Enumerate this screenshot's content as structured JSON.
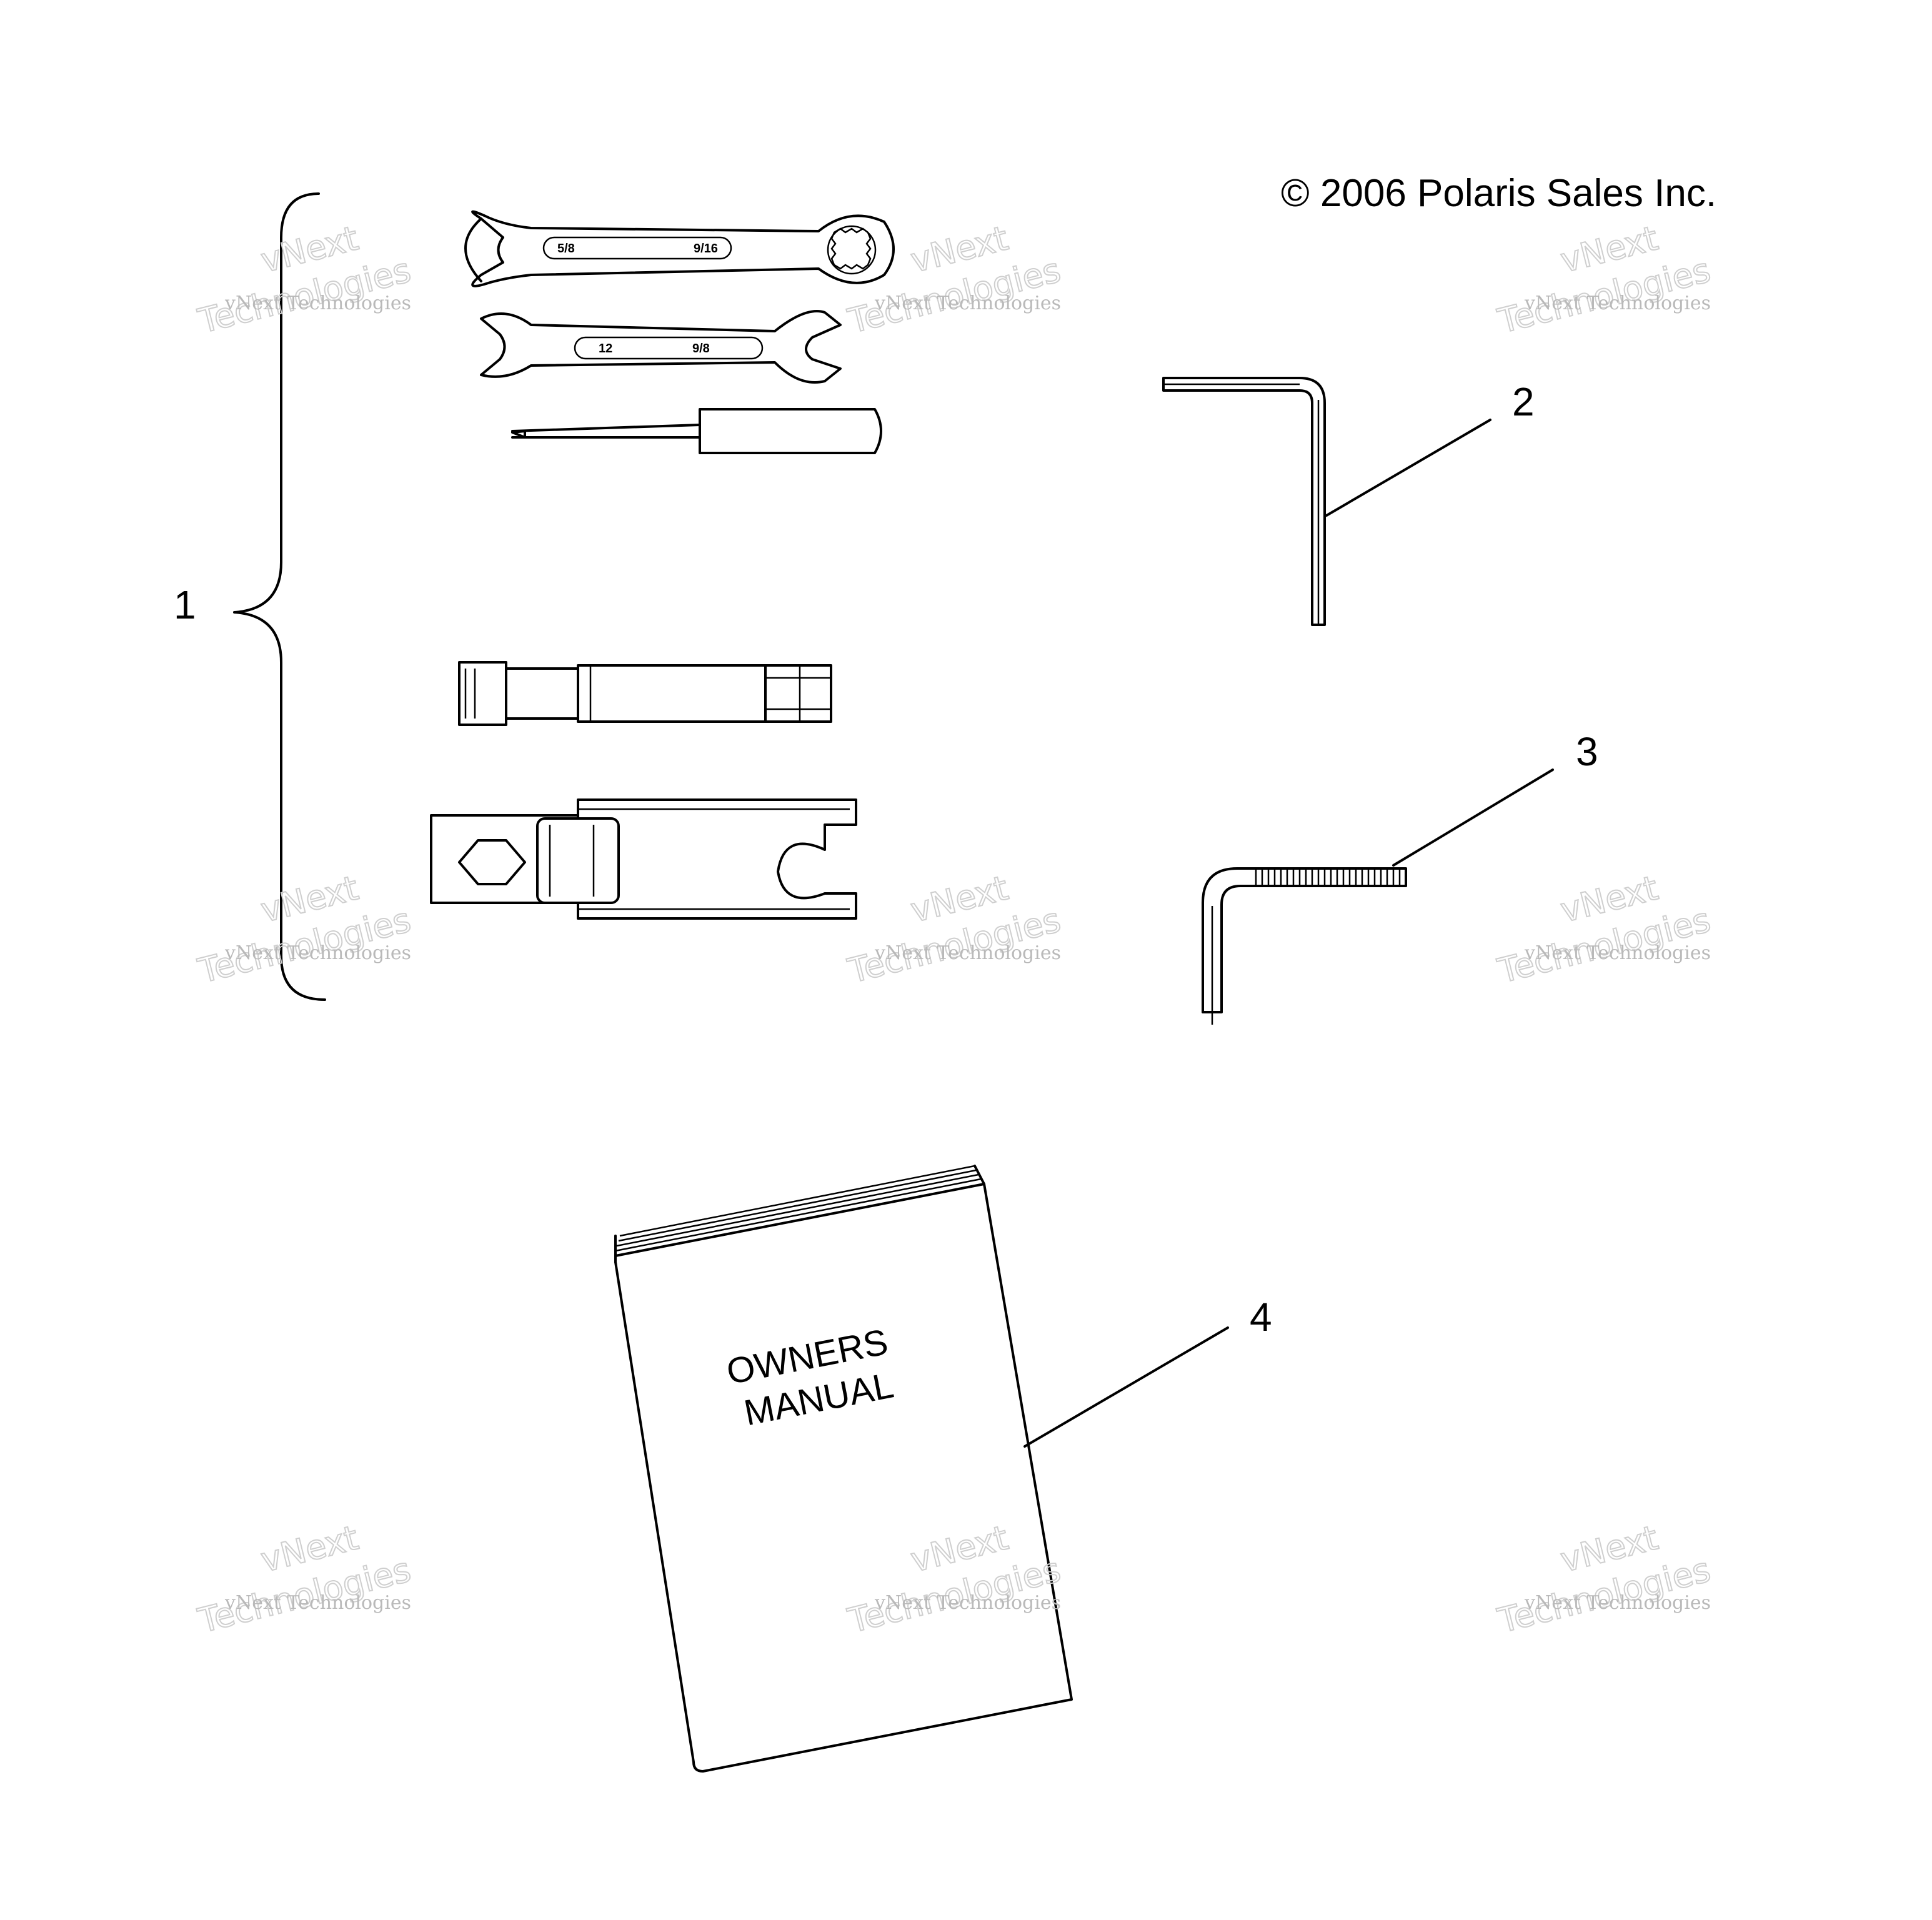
{
  "copyright": "© 2006 Polaris Sales Inc.",
  "callouts": [
    "1",
    "2",
    "3",
    "4"
  ],
  "wrench_labels": {
    "combo_left": "5/8",
    "combo_right": "9/16",
    "open_left": "12",
    "open_right": "9/8"
  },
  "manual": {
    "line1": "OWNERS",
    "line2": "MANUAL"
  },
  "watermark": {
    "small": "vNext Technologies",
    "big_line1": "vNext",
    "big_line2": "Technologies"
  }
}
